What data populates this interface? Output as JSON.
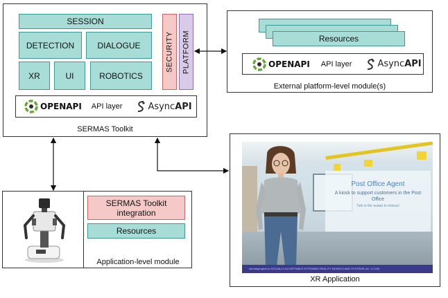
{
  "toolkit": {
    "caption": "SERMAS Toolkit",
    "session": "SESSION",
    "detection": "DETECTION",
    "dialogue": "DIALOGUE",
    "xr": "XR",
    "ui": "UI",
    "robotics": "ROBOTICS",
    "security": "SECURITY",
    "platform": "PLATFORM",
    "api": {
      "openapi": "OPENAPI",
      "label": "API layer",
      "async_prefix": "Async",
      "async_bold": "API"
    }
  },
  "external": {
    "caption": "External platform-level module(s)",
    "resources": "Resources",
    "api": {
      "openapi": "OPENAPI",
      "label": "API layer",
      "async_prefix": "Async",
      "async_bold": "API"
    }
  },
  "application": {
    "caption": "Application-level module",
    "integration": "SERMAS Toolkit integration",
    "resources": "Resources"
  },
  "xr_app": {
    "caption": "XR Application",
    "agent_title": "Post Office Agent",
    "agent_subtitle": "A kiosk to support customers in the Post Office",
    "agent_hint": "Talk to the avatar to interact",
    "status_bar": "sermasproject.eu   SOCIALLY-ACCEPTABLE EXTENDED REALITY MODELS AND SYSTEMS   ver. 1.0.100"
  },
  "colors": {
    "module_fill": "#a8dcd6",
    "security_fill": "#f6c9c9",
    "platform_fill": "#d9cbe8",
    "openapi_green": "#6ba539"
  }
}
